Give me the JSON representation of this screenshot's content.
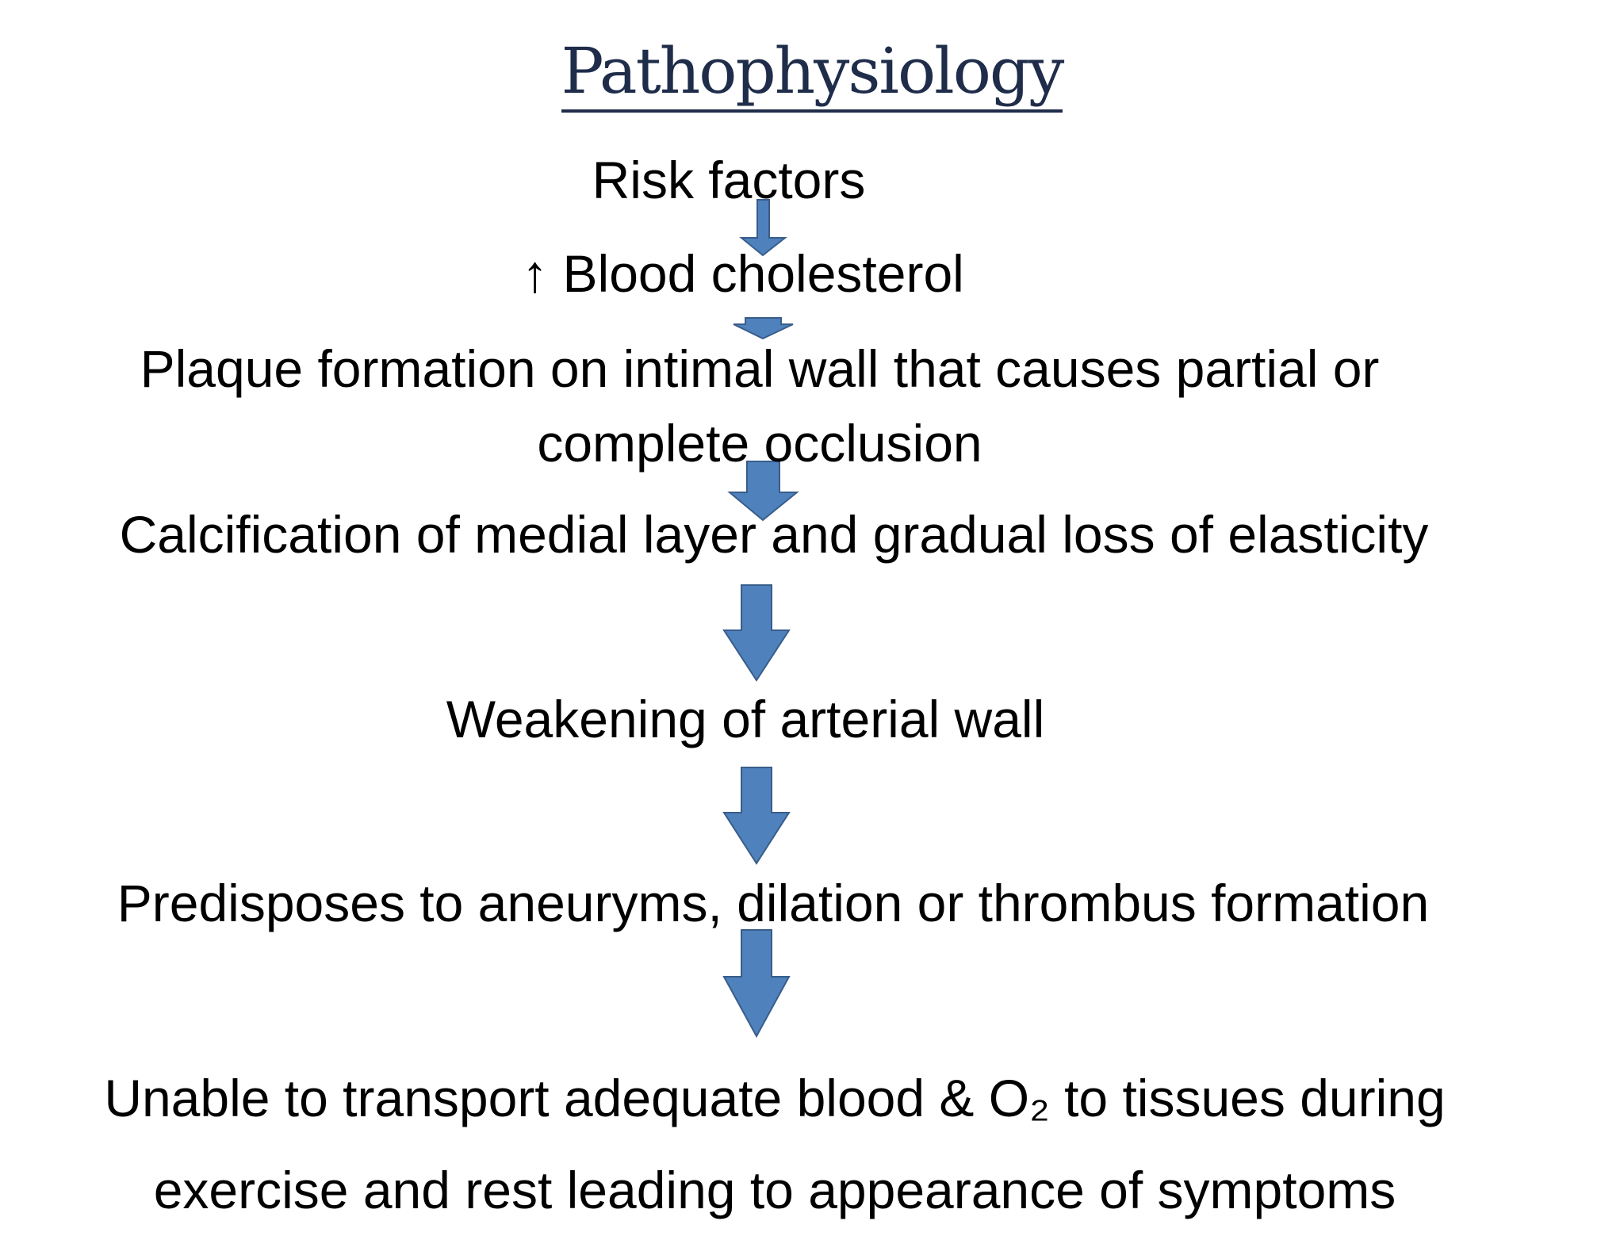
{
  "title": "Pathophysiology",
  "colors": {
    "title": "#1f2d4a",
    "arrow_fill": "#4f81bd",
    "arrow_stroke": "#385d8a",
    "text": "#000000"
  },
  "steps": [
    {
      "line1": "Risk factors"
    },
    {
      "line1": "↑ Blood cholesterol"
    },
    {
      "line1": "Plaque formation on intimal wall that causes partial or",
      "line2": "complete occlusion"
    },
    {
      "line1": "Calcification of medial layer and gradual loss of elasticity"
    },
    {
      "line1": "Weakening of arterial wall"
    },
    {
      "line1": "Predisposes to aneuryms, dilation or thrombus formation"
    },
    {
      "line1": "Unable to transport adequate blood & O₂ to tissues during",
      "line2": "exercise and rest leading to appearance of symptoms"
    }
  ],
  "arrow_icon": "down-arrow-icon"
}
